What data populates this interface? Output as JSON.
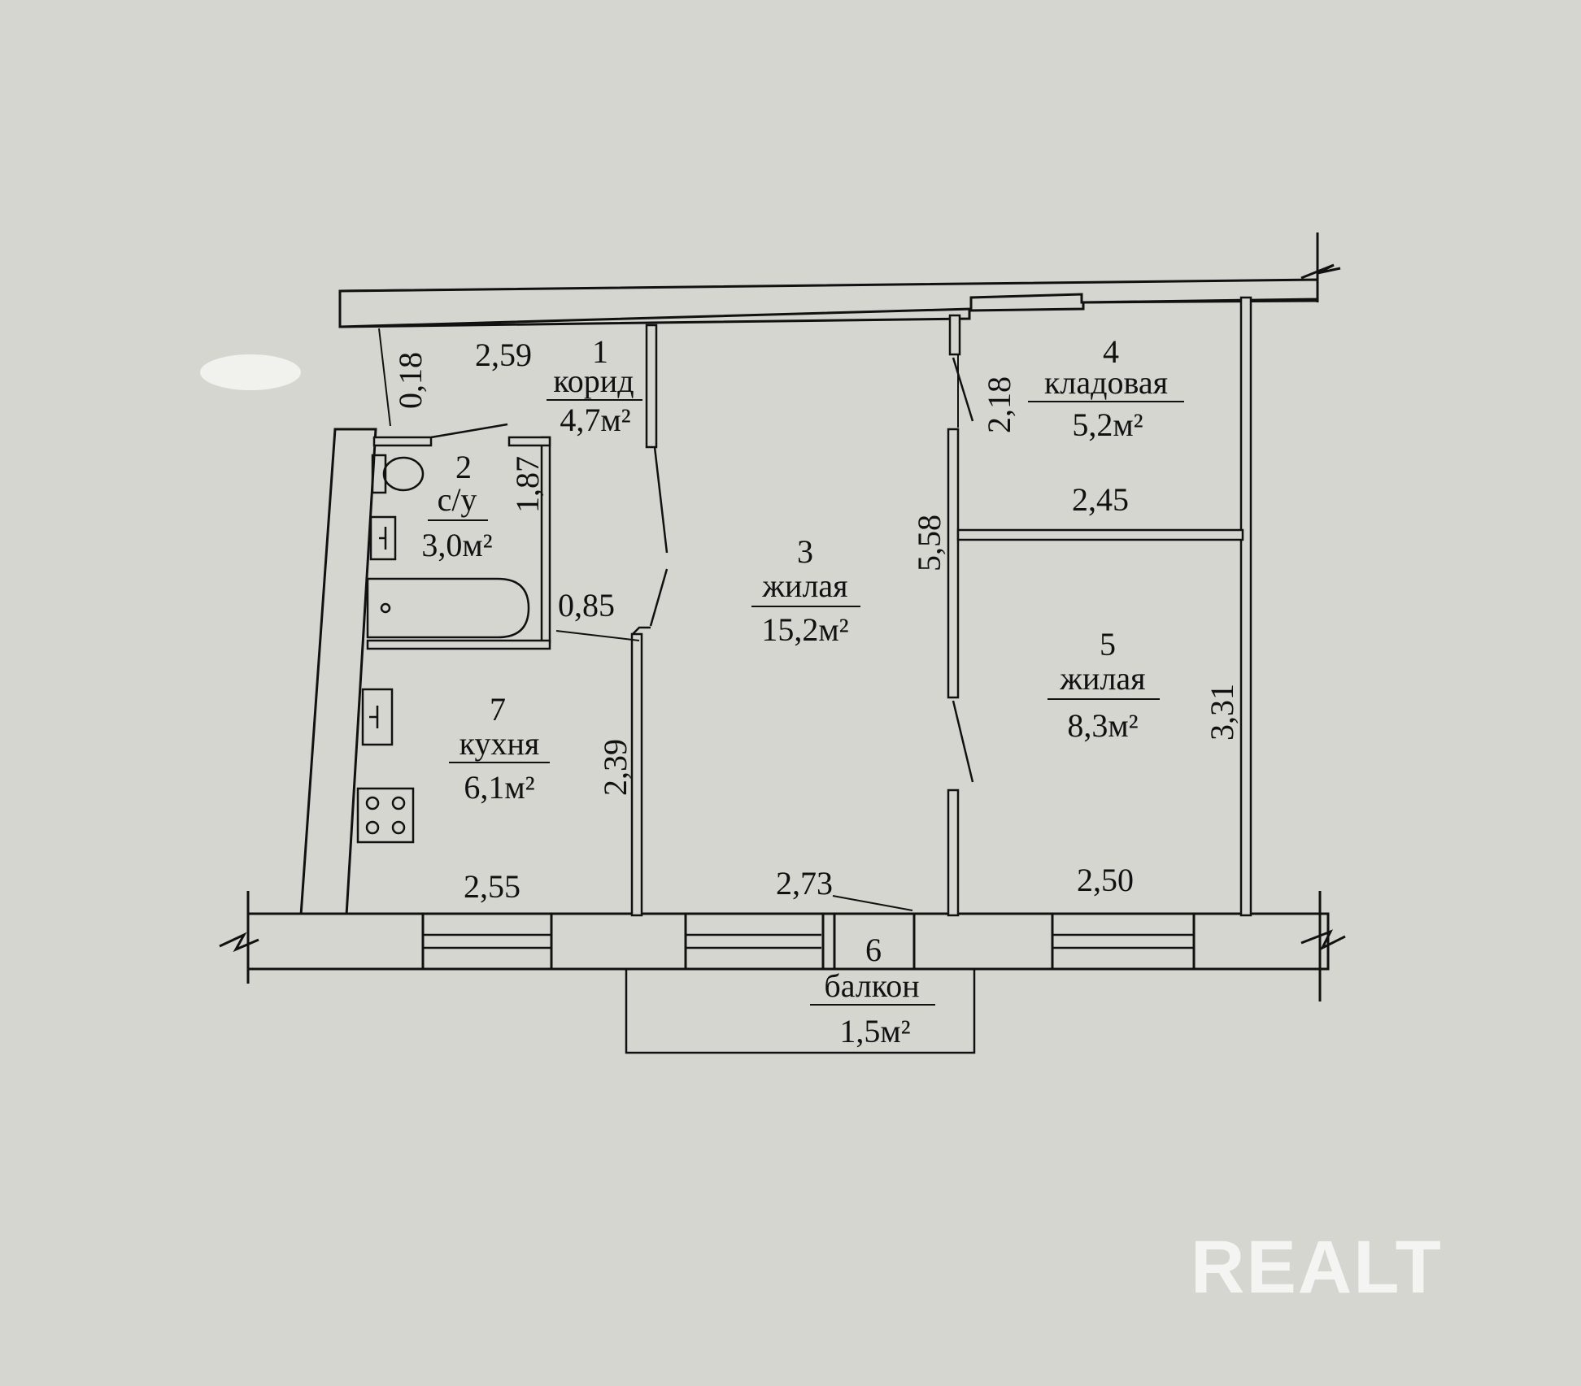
{
  "rooms": [
    {
      "id": "corridor",
      "number": "1",
      "name": "корид",
      "area": "4,7м²"
    },
    {
      "id": "bathroom",
      "number": "2",
      "name": "с/у",
      "area": "3,0м²"
    },
    {
      "id": "living-room-3",
      "number": "3",
      "name": "жилая",
      "area": "15,2м²"
    },
    {
      "id": "storage",
      "number": "4",
      "name": "кладовая",
      "area": "5,2м²"
    },
    {
      "id": "living-room-5",
      "number": "5",
      "name": "жилая",
      "area": "8,3м²"
    },
    {
      "id": "balcony",
      "number": "6",
      "name": "балкон",
      "area": "1,5м²"
    },
    {
      "id": "kitchen",
      "number": "7",
      "name": "кухня",
      "area": "6,1м²"
    }
  ],
  "dimensions": {
    "d_0_18": "0,18",
    "d_2_59": "2,59",
    "d_1_87": "1,87",
    "d_0_85": "0,85",
    "d_2_39": "2,39",
    "d_2_55": "2,55",
    "d_2_73": "2,73",
    "d_5_58": "5,58",
    "d_2_18": "2,18",
    "d_2_45": "2,45",
    "d_3_31": "3,31",
    "d_2_50": "2,50"
  },
  "watermark": "REALT",
  "colors": {
    "paper": "#d6d6d0",
    "ink": "#111111",
    "watermark": "#f4f4f2"
  }
}
